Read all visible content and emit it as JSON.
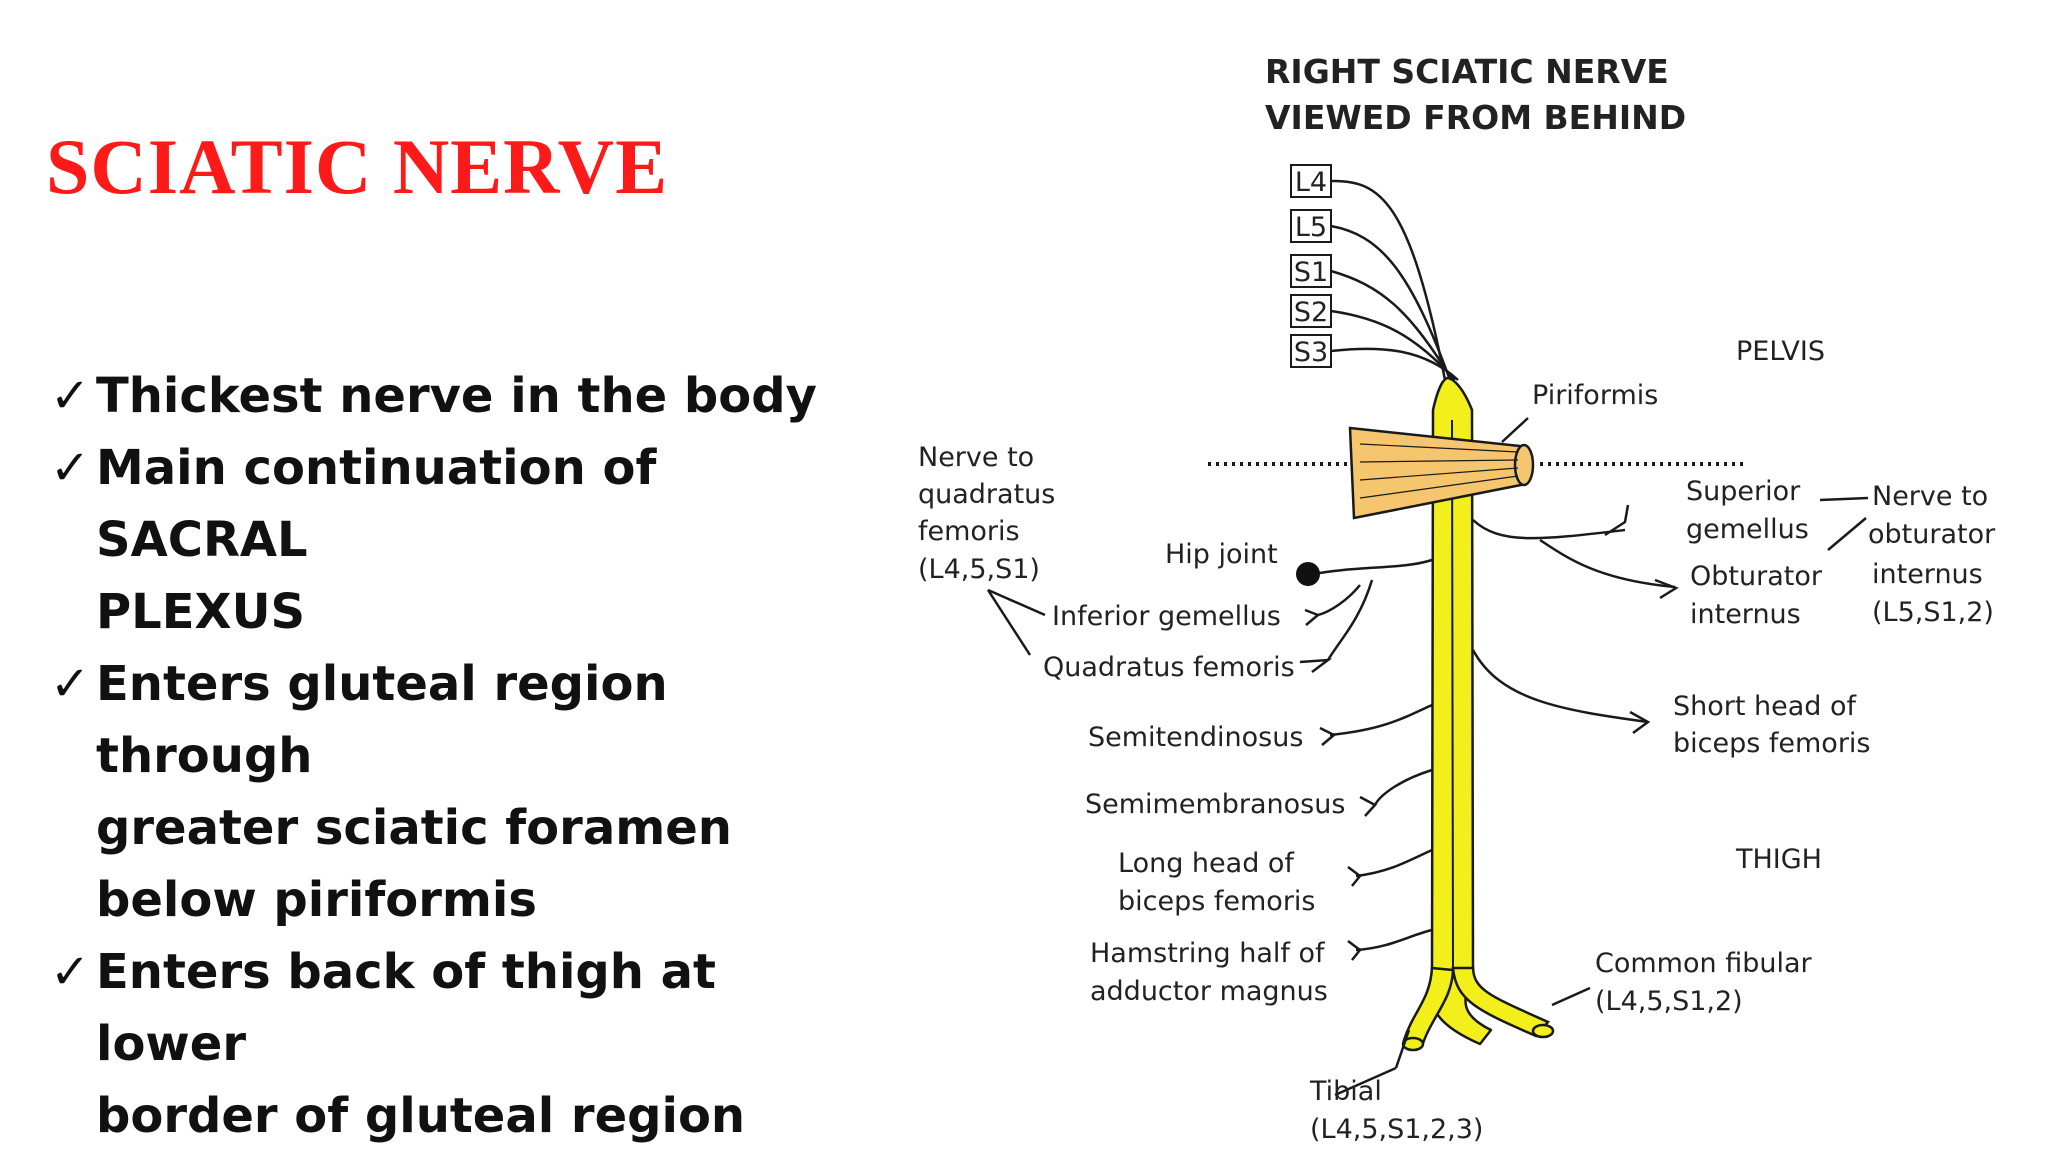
{
  "title": "SCIATIC NERVE",
  "bullets": [
    {
      "check": "✓",
      "lines": [
        "Thickest nerve in the body"
      ]
    },
    {
      "check": "✓",
      "lines": [
        "Main continuation of SACRAL",
        "PLEXUS"
      ]
    },
    {
      "check": "✓",
      "lines": [
        "Enters gluteal region through",
        "greater sciatic foramen",
        "below piriformis"
      ]
    },
    {
      "check": "✓",
      "lines": [
        "Enters back of thigh at lower",
        "border of gluteal region"
      ]
    }
  ],
  "diagram": {
    "heading": [
      "RIGHT SCIATIC NERVE",
      "VIEWED FROM BEHIND"
    ],
    "roots": [
      "L4",
      "L5",
      "S1",
      "S2",
      "S3"
    ],
    "regions": {
      "pelvis": "PELVIS",
      "thigh": "THIGH"
    },
    "labels": {
      "piriformis": "Piriformis",
      "nerve_to_quadratus": [
        "Nerve to",
        "quadratus",
        "femoris",
        "(L4,5,S1)"
      ],
      "hip_joint": "Hip joint",
      "inferior_gemellus": "Inferior gemellus",
      "quadratus_femoris": "Quadratus femoris",
      "semitendinosus": "Semitendinosus",
      "semimembranosus": "Semimembranosus",
      "long_head": [
        "Long head of",
        "biceps femoris"
      ],
      "hamstring_half": [
        "Hamstring half of",
        "adductor magnus"
      ],
      "superior_gemellus": [
        "Superior",
        "gemellus"
      ],
      "obturator_internus": [
        "Obturator",
        "internus"
      ],
      "nerve_to_obturator": [
        "Nerve to",
        "obturator",
        "internus",
        "(L5,S1,2)"
      ],
      "short_head": [
        "Short head of",
        "biceps femoris"
      ],
      "common_fibular": [
        "Common fibular",
        "(L4,5,S1,2)"
      ],
      "tibial": [
        "Tibial",
        "(L4,5,S1,2,3)"
      ]
    },
    "colors": {
      "nerve": "#f2ef1a",
      "muscle": "#f5c66e",
      "line": "#1a1a1a"
    }
  }
}
